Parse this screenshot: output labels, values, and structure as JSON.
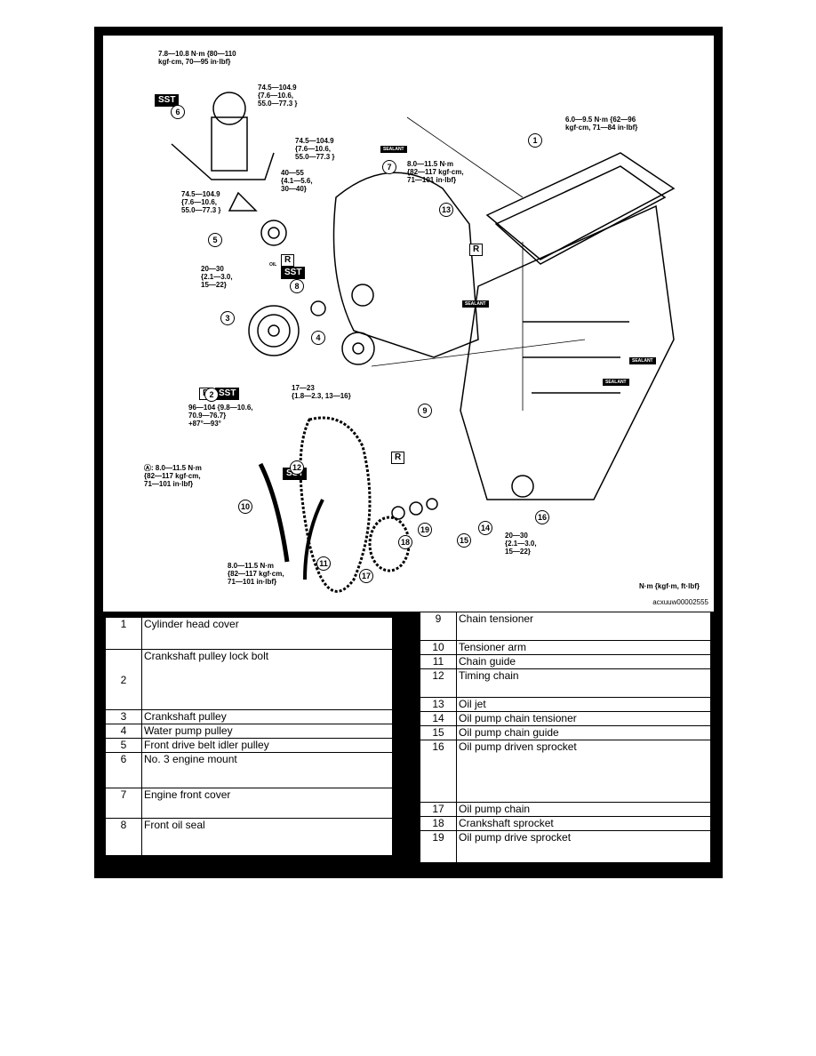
{
  "diagram": {
    "callouts": {
      "mount_bolt_top": "7.8—10.8 N·m {80—110\nkgf·cm, 70—95 in·lbf}",
      "mount_nuts_right": "74.5—104.9\n{7.6—10.6,\n55.0—77.3 }",
      "mount_nuts_mid": "74.5—104.9\n{7.6—10.6,\n55.0—77.3 }",
      "mount_bolts_lower": "74.5—104.9\n{7.6—10.6,\n55.0—77.3 }",
      "cover_bolt": "40—55\n{4.1—5.6,\n30—40}",
      "front_cover_bolts": "8.0—11.5 N·m\n{82—117 kgf·cm,\n71—101 in·lbf}",
      "head_cover_bolts": "6.0—9.5 N·m {62—96\nkgf·cm, 71—84 in·lbf}",
      "idler_bolt": "20—30\n{2.1—3.0,\n15—22}",
      "pulley_bolt": "96—104 {9.8—10.6,\n70.9—76.7}\n+87°—93°",
      "water_pump_bolt": "17—23\n{1.8—2.3, 13—16}",
      "a_note": "Ⓐ: 8.0—11.5 N·m\n{82—117 kgf·cm,\n71—101 in·lbf}",
      "guide_bolts": "8.0—11.5 N·m\n{82—117 kgf·cm,\n71—101 in·lbf}",
      "sprocket_bolt": "20—30\n{2.1—3.0,\n15—22}"
    },
    "tags": {
      "sst": "SST",
      "r": "R",
      "sealant": "SEALANT",
      "oil": "OIL",
      "a": "A"
    },
    "numbers": [
      "1",
      "2",
      "3",
      "4",
      "5",
      "6",
      "7",
      "8",
      "9",
      "10",
      "11",
      "12",
      "13",
      "14",
      "15",
      "16",
      "17",
      "18",
      "19"
    ],
    "units_note": "N·m {kgf·m, ft·lbf}",
    "reference": "acxuuw00002555"
  },
  "parts_left": [
    {
      "num": "1",
      "name": "Cylinder head cover"
    },
    {
      "num": "2",
      "name": "Crankshaft pulley lock bolt"
    },
    {
      "num": "3",
      "name": "Crankshaft pulley"
    },
    {
      "num": "4",
      "name": "Water pump pulley"
    },
    {
      "num": "5",
      "name": "Front drive belt idler pulley"
    },
    {
      "num": "6",
      "name": "No. 3 engine mount"
    },
    {
      "num": "7",
      "name": "Engine front cover"
    },
    {
      "num": "8",
      "name": "Front oil seal"
    }
  ],
  "parts_right": [
    {
      "num": "9",
      "name": "Chain tensioner"
    },
    {
      "num": "10",
      "name": "Tensioner arm"
    },
    {
      "num": "11",
      "name": "Chain guide"
    },
    {
      "num": "12",
      "name": "Timing chain"
    },
    {
      "num": "13",
      "name": "Oil jet"
    },
    {
      "num": "14",
      "name": "Oil pump chain tensioner"
    },
    {
      "num": "15",
      "name": "Oil pump chain guide"
    },
    {
      "num": "16",
      "name": "Oil pump driven sprocket"
    },
    {
      "num": "17",
      "name": "Oil pump chain"
    },
    {
      "num": "18",
      "name": "Crankshaft sprocket"
    },
    {
      "num": "19",
      "name": "Oil pump drive sprocket"
    }
  ]
}
